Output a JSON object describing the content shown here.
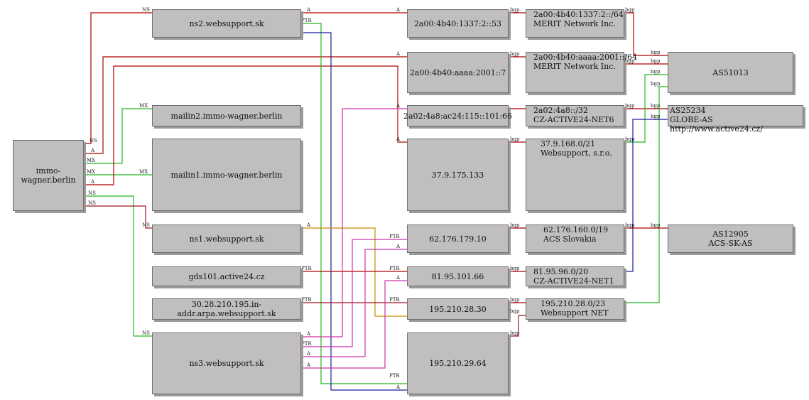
{
  "nodes": {
    "immo": "immo-wagner.berlin",
    "ns2": "ns2.websupport.sk",
    "mailin2": "mailin2.immo-wagner.berlin",
    "mailin1": "mailin1.immo-wagner.berlin",
    "ns1": "ns1.websupport.sk",
    "gds101": "gds101.active24.cz",
    "arpa": "30.28.210.195.in-addr.arpa.websupport.sk",
    "ns3": "ns3.websupport.sk",
    "ip6_53": "2a00:4b40:1337:2::53",
    "ip6_7": "2a00:4b40:aaaa:2001::7",
    "ip6_66": "2a02:4a8:ac24:115::101:66",
    "ip_133": "37.9.175.133",
    "ip_10": "62.176.179.10",
    "ip_66": "81.95.101.66",
    "ip_30": "195.210.28.30",
    "ip_64": "195.210.29.64",
    "pfx_1337": [
      "2a00:4b40:1337:2::/64",
      "MERIT Network Inc."
    ],
    "pfx_aaaa": [
      "2a00:4b40:aaaa:2001::/64",
      "MERIT Network Inc."
    ],
    "pfx_2a02": [
      "2a02:4a8::/32",
      "CZ-ACTIVE24-NET6"
    ],
    "pfx_379": [
      "37.9.168.0/21",
      "Websupport, s.r.o."
    ],
    "pfx_62": [
      "62.176.160.0/19",
      "ACS Slovakia"
    ],
    "pfx_81": [
      "81.95.96.0/20",
      "CZ-ACTIVE24-NET1"
    ],
    "pfx_195": [
      "195.210.28.0/23",
      "Websupport NET"
    ],
    "as51013": "AS51013",
    "as25234": [
      "AS25234",
      "GLOBE-AS http://www.active24.cz/"
    ],
    "as12905": [
      "AS12905",
      "ACS-SK-AS"
    ]
  },
  "edge_labels": {
    "ns": "NS",
    "a": "A",
    "mx": "MX",
    "ptr": "PTR",
    "bgp": "bgp"
  },
  "colors": {
    "red": "#b00000",
    "green": "#22b822",
    "blue": "#1a1aa0",
    "magenta": "#cc33aa",
    "orange": "#cc8800",
    "maroon": "#a01020",
    "node_fill": "#c0bebf",
    "node_border": "#6e6e6e"
  }
}
